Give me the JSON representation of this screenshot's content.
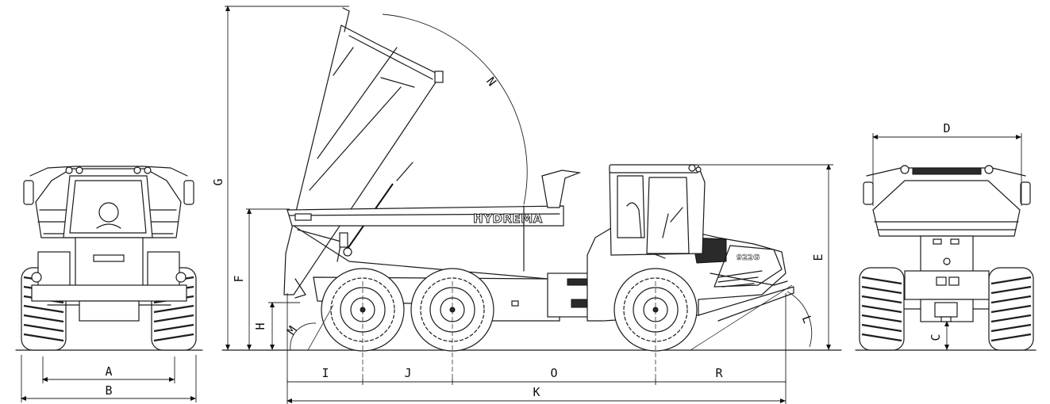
{
  "brand": "HYDREMA",
  "model": "922G",
  "dimensions": {
    "A": "A",
    "B": "B",
    "C": "C",
    "D": "D",
    "E": "E",
    "F": "F",
    "G": "G",
    "H": "H",
    "I": "I",
    "J": "J",
    "K": "K",
    "L": "L",
    "M": "M",
    "N": "N",
    "O": "O",
    "R": "R"
  },
  "colors": {
    "line": "#1a1a1a",
    "background": "#ffffff"
  }
}
